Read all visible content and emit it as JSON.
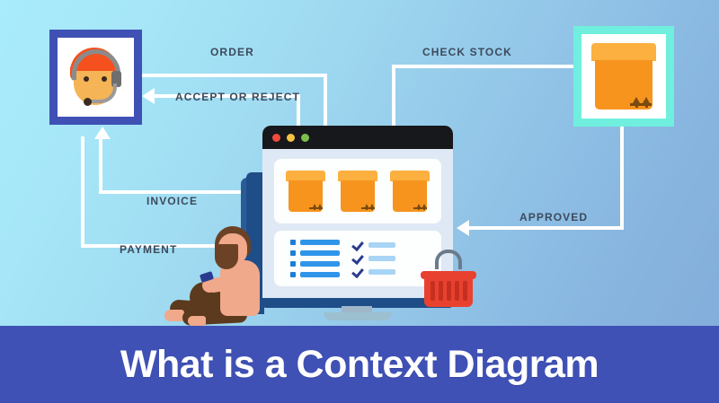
{
  "banner": {
    "title": "What is a Context Diagram"
  },
  "entities": {
    "customer": {
      "name": "customer-support-agent",
      "border_color": "#3f51b5",
      "icon": "headset-avatar-icon"
    },
    "warehouse": {
      "name": "warehouse-package",
      "border_color": "#70efde",
      "icon": "package-box-icon"
    },
    "system": {
      "name": "ecommerce-system-monitor",
      "icon": "desktop-monitor-icon"
    }
  },
  "flows": [
    {
      "id": "order",
      "label": "ORDER",
      "from": "customer",
      "to": "system",
      "direction": "right"
    },
    {
      "id": "accept_or_reject",
      "label": "ACCEPT OR REJECT",
      "from": "system",
      "to": "customer",
      "direction": "left"
    },
    {
      "id": "check_stock",
      "label": "CHECK STOCK",
      "from": "system",
      "to": "warehouse",
      "direction": "right"
    },
    {
      "id": "approved",
      "label": "APPROVED",
      "from": "warehouse",
      "to": "system",
      "direction": "left"
    },
    {
      "id": "invoice",
      "label": "INVOICE",
      "from": "system",
      "to": "customer",
      "direction": "up"
    },
    {
      "id": "payment",
      "label": "PAYMENT",
      "from": "customer",
      "to": "system",
      "direction": "up"
    }
  ],
  "monitor": {
    "window_dots": [
      "red",
      "yellow",
      "green"
    ],
    "top_panel_items": [
      "package-1",
      "package-2",
      "package-3"
    ],
    "bottom_panel": {
      "list_rows": 4,
      "check_rows": 3
    }
  },
  "scene": {
    "basket": "shopping-basket",
    "person": "seated-person-with-phone"
  },
  "colors": {
    "background_start": "#a9ecfb",
    "background_end": "#82abd9",
    "banner": "#3f51b5",
    "accent_orange": "#f7941d",
    "accent_cyan": "#70efde",
    "label_text": "#3d4a5c",
    "connector": "#ffffff"
  }
}
